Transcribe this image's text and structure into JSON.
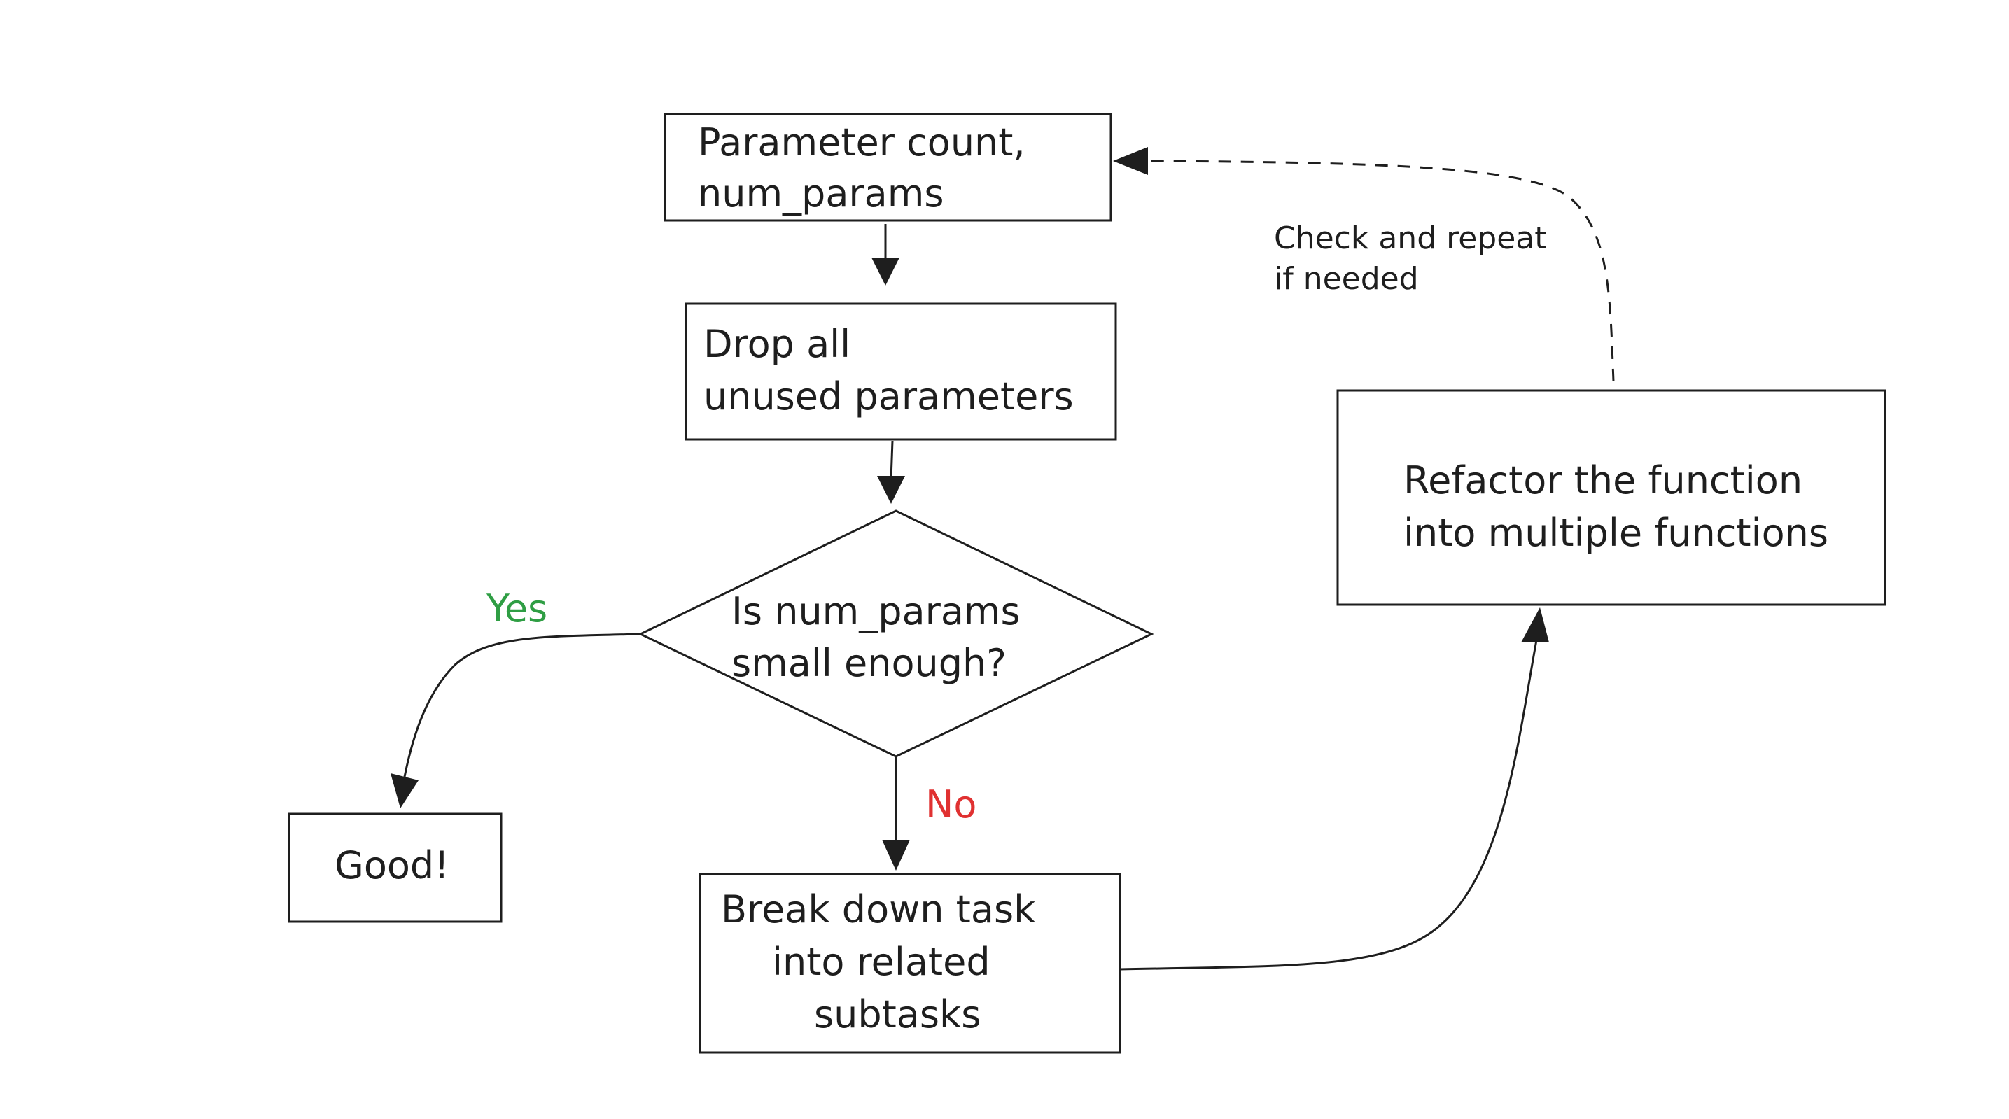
{
  "nodes": {
    "param_count": [
      "Parameter count,",
      "num_params"
    ],
    "drop_unused": [
      "Drop all",
      "unused parameters"
    ],
    "decision": [
      "Is num_params",
      "small enough?"
    ],
    "good": "Good!",
    "break_down": [
      "Break down task",
      "into related",
      "subtasks"
    ],
    "refactor": [
      "Refactor the function",
      "into multiple functions"
    ]
  },
  "edge_labels": {
    "yes": "Yes",
    "no": "No",
    "loop_back": [
      "Check and repeat",
      "if needed"
    ]
  },
  "colors": {
    "stroke": "#1e1e1e",
    "yes": "#2f9e44",
    "no": "#e03131",
    "background": "#ffffff"
  }
}
